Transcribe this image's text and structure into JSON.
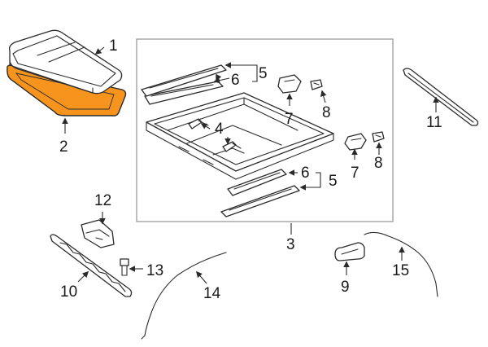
{
  "diagram": {
    "callouts": {
      "c1": "1",
      "c2": "2",
      "c3": "3",
      "c4": "4",
      "c5a": "5",
      "c5b": "5",
      "c6a": "6",
      "c6b": "6",
      "c7a": "7",
      "c7b": "7",
      "c8a": "8",
      "c8b": "8",
      "c9": "9",
      "c10": "10",
      "c11": "11",
      "c12": "12",
      "c13": "13",
      "c14": "14",
      "c15": "15"
    },
    "colors": {
      "highlight_fill": "#F7941E",
      "line": "#2b2b2b",
      "frame_border": "#9a9a9a"
    },
    "highlighted_part": "2"
  }
}
